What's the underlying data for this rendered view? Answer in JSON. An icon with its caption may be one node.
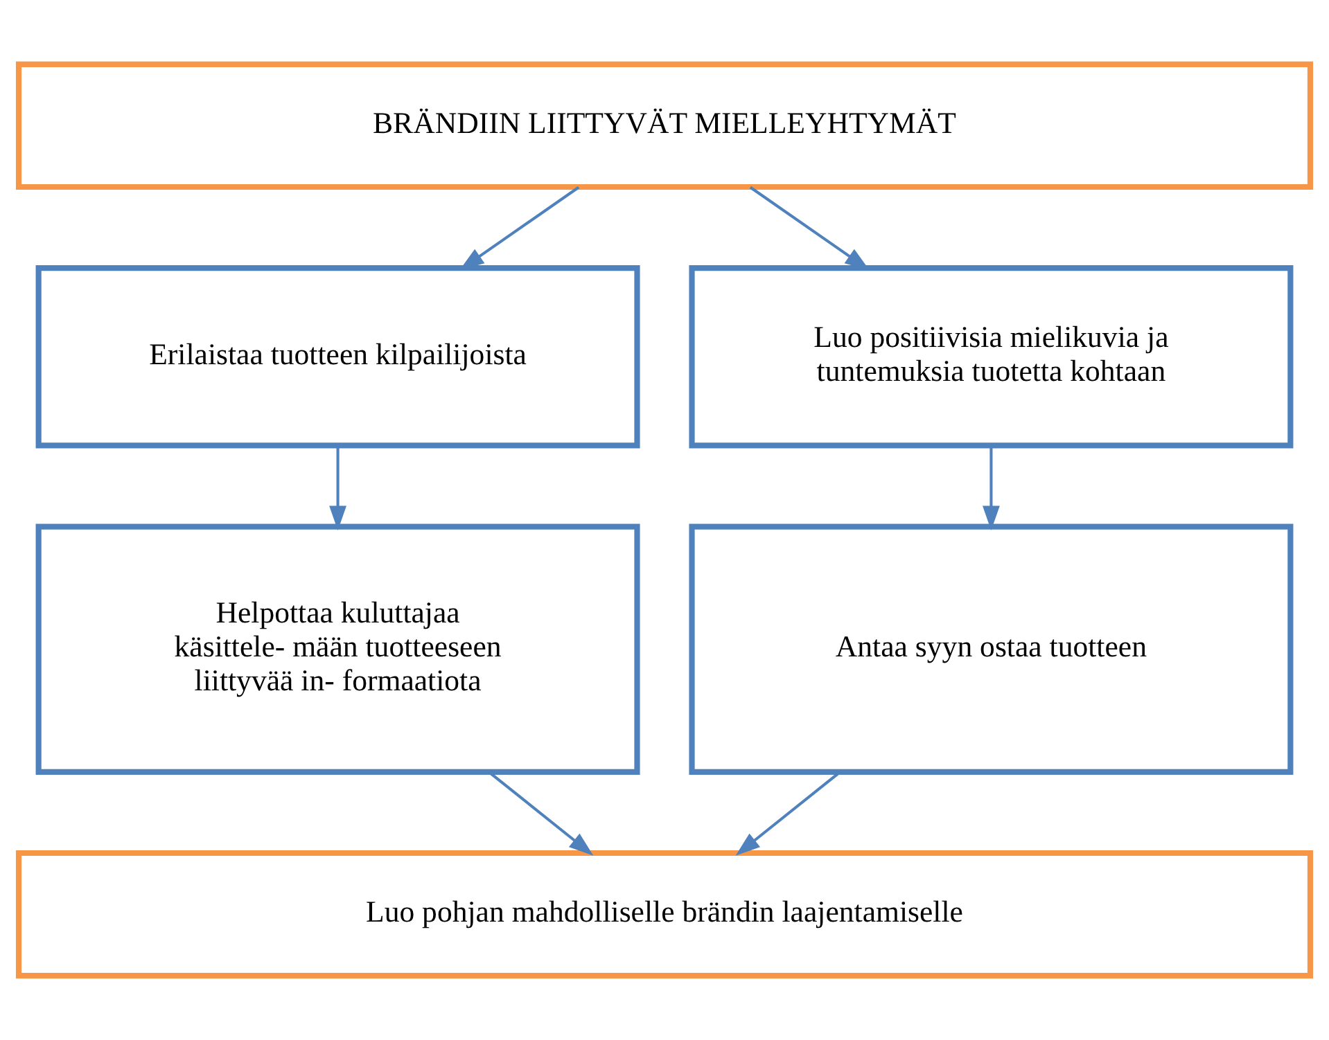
{
  "diagram": {
    "nodes": [
      {
        "text": [
          "BRÄNDIIN LIITTYVÄT MIELLEYHTYMÄT"
        ]
      },
      {
        "text": [
          "Erilaistaa tuotteen kilpailijoista"
        ]
      },
      {
        "text": [
          "Luo positiivisia mielikuvia ja tuntemuksia tuotetta kohtaan"
        ]
      },
      {
        "text": [
          "Helpottaa kuluttajaa käsittele- mään tuotteeseen liittyvää in- formaatiota"
        ]
      },
      {
        "text": [
          "Antaa syyn ostaa tuotteen"
        ]
      },
      {
        "text": [
          "Luo pohjan mahdolliselle brändin laajentamiselle"
        ]
      }
    ],
    "edges": [
      {
        "from": 0,
        "to": 1,
        "arrow": "to"
      },
      {
        "from": 0,
        "to": 2,
        "arrow": "to"
      },
      {
        "from": 1,
        "to": 3,
        "arrow": "to"
      },
      {
        "from": 2,
        "to": 4,
        "arrow": "to"
      },
      {
        "from": 3,
        "to": 5,
        "arrow": "to"
      },
      {
        "from": 4,
        "to": 5,
        "arrow": "to"
      }
    ]
  }
}
